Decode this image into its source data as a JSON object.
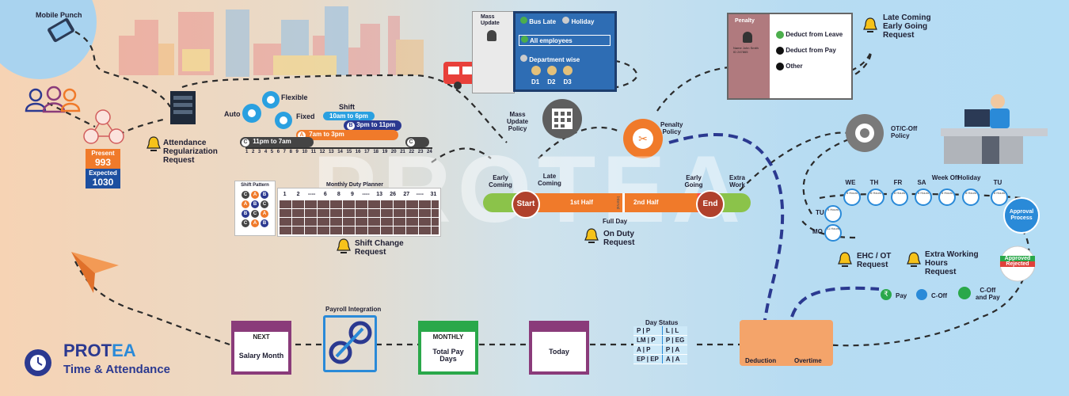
{
  "brand": {
    "name_part1": "PROT",
    "name_part2": "EA",
    "subtitle": "Time & Attendance",
    "watermark": "PROTEA"
  },
  "colors": {
    "orange": "#f07a2a",
    "navy": "#2b3990",
    "purple": "#8a3b7a",
    "green": "#2aa84a",
    "blue": "#2e6db4"
  },
  "mobile_punch": {
    "label": "Mobile Punch"
  },
  "attendance": {
    "present_label": "Present",
    "present_value": "993",
    "expected_label": "Expected",
    "expected_value": "1030"
  },
  "regularization": {
    "line1": "Attendance",
    "line2": "Regularization",
    "line3": "Request"
  },
  "shift": {
    "title": "Shift",
    "auto": "Auto",
    "flexible": "Flexible",
    "fixed": "Fixed",
    "bars": [
      {
        "letter": "C",
        "text": "11pm to 7am"
      },
      {
        "letter": "A",
        "text": "7am to 3pm"
      },
      {
        "letter": "B",
        "text": "3pm to 11pm"
      },
      {
        "letter": "",
        "text": "10am to 6pm"
      },
      {
        "letter": "C",
        "text": ""
      }
    ],
    "hours": [
      "1",
      "2",
      "3",
      "4",
      "5",
      "6",
      "7",
      "8",
      "9",
      "10",
      "11",
      "12",
      "13",
      "14",
      "15",
      "16",
      "17",
      "18",
      "19",
      "20",
      "21",
      "22",
      "23",
      "24"
    ]
  },
  "duty_planner": {
    "pattern_label": "Shift Pattern",
    "planner_label": "Monthly Duty Planner",
    "patterns": [
      [
        "C",
        "A",
        "B"
      ],
      [
        "A",
        "B",
        "C"
      ],
      [
        "B",
        "C",
        "A"
      ],
      [
        "C",
        "A",
        "B"
      ]
    ],
    "day_headers": [
      "1",
      "2",
      "----",
      "6",
      "8",
      "9",
      "----",
      "13",
      "26",
      "27",
      "----",
      "31"
    ]
  },
  "shift_change": {
    "line1": "Shift Change",
    "line2": "Request"
  },
  "mass_update": {
    "title_line1": "Mass",
    "title_line2": "Update",
    "bus_late": "Bus Late",
    "holiday": "Holiday",
    "all_employees": "All employees",
    "department_wise": "Department wise",
    "departments": [
      "D1",
      "D2",
      "D3"
    ],
    "policy_line1": "Mass",
    "policy_line2": "Update",
    "policy_line3": "Policy"
  },
  "penalty": {
    "title": "Penalty",
    "name": "Name John Smith",
    "id": "ID 247865",
    "options": [
      "Deduct from Leave",
      "Deduct from Pay",
      "Other"
    ],
    "policy_line1": "Penalty",
    "policy_line2": "Policy"
  },
  "late_coming": {
    "line1": "Late Coming",
    "line2": "Early Going",
    "line3": "Request"
  },
  "ot_policy": {
    "line1": "OT/C-Off",
    "line2": "Policy"
  },
  "timeline": {
    "start": "Start",
    "end": "End",
    "first_half": "1st Half",
    "second_half": "2nd Half",
    "interval": "Interval",
    "early_coming_left": "Early Coming",
    "late_coming": "Late Coming",
    "early_going": "Early Going",
    "extra_work": "Extra Work",
    "full_day": "Full Day"
  },
  "on_duty": {
    "line1": "On Duty",
    "line2": "Request"
  },
  "week": {
    "days": [
      "WE",
      "TH",
      "FR",
      "SA",
      "Week Off",
      "Holiday",
      "TU"
    ],
    "left_days": [
      "TU",
      "MO"
    ],
    "hours_label": "8 Hours",
    "mo_hours": "11 Hours"
  },
  "approval": {
    "process_line1": "Approval",
    "process_line2": "Process",
    "approved": "Approved",
    "rejected": "Rejected"
  },
  "ehc": {
    "line1": "EHC / OT",
    "line2": "Request"
  },
  "extra_hours": {
    "line1": "Extra Working",
    "line2": "Hours",
    "line3": "Request"
  },
  "compensation": {
    "pay": "Pay",
    "coff": "C-Off",
    "coff_pay_line1": "C-Off",
    "coff_pay_line2": "and Pay"
  },
  "payroll": {
    "next_header": "NEXT",
    "next_body": "Salary Month",
    "integration": "Payroll Integration",
    "monthly_header": "MONTHLY",
    "monthly_body_line1": "Total Pay",
    "monthly_body_line2": "Days",
    "today": "Today"
  },
  "day_status": {
    "title": "Day Status",
    "rows": [
      [
        "P | P",
        "L | L"
      ],
      [
        "LM | P",
        "P | EG"
      ],
      [
        "A | P",
        "P | A"
      ],
      [
        "EP | EP",
        "A | A"
      ]
    ]
  },
  "deduction": {
    "label": "Deduction",
    "overtime": "Overtime"
  }
}
